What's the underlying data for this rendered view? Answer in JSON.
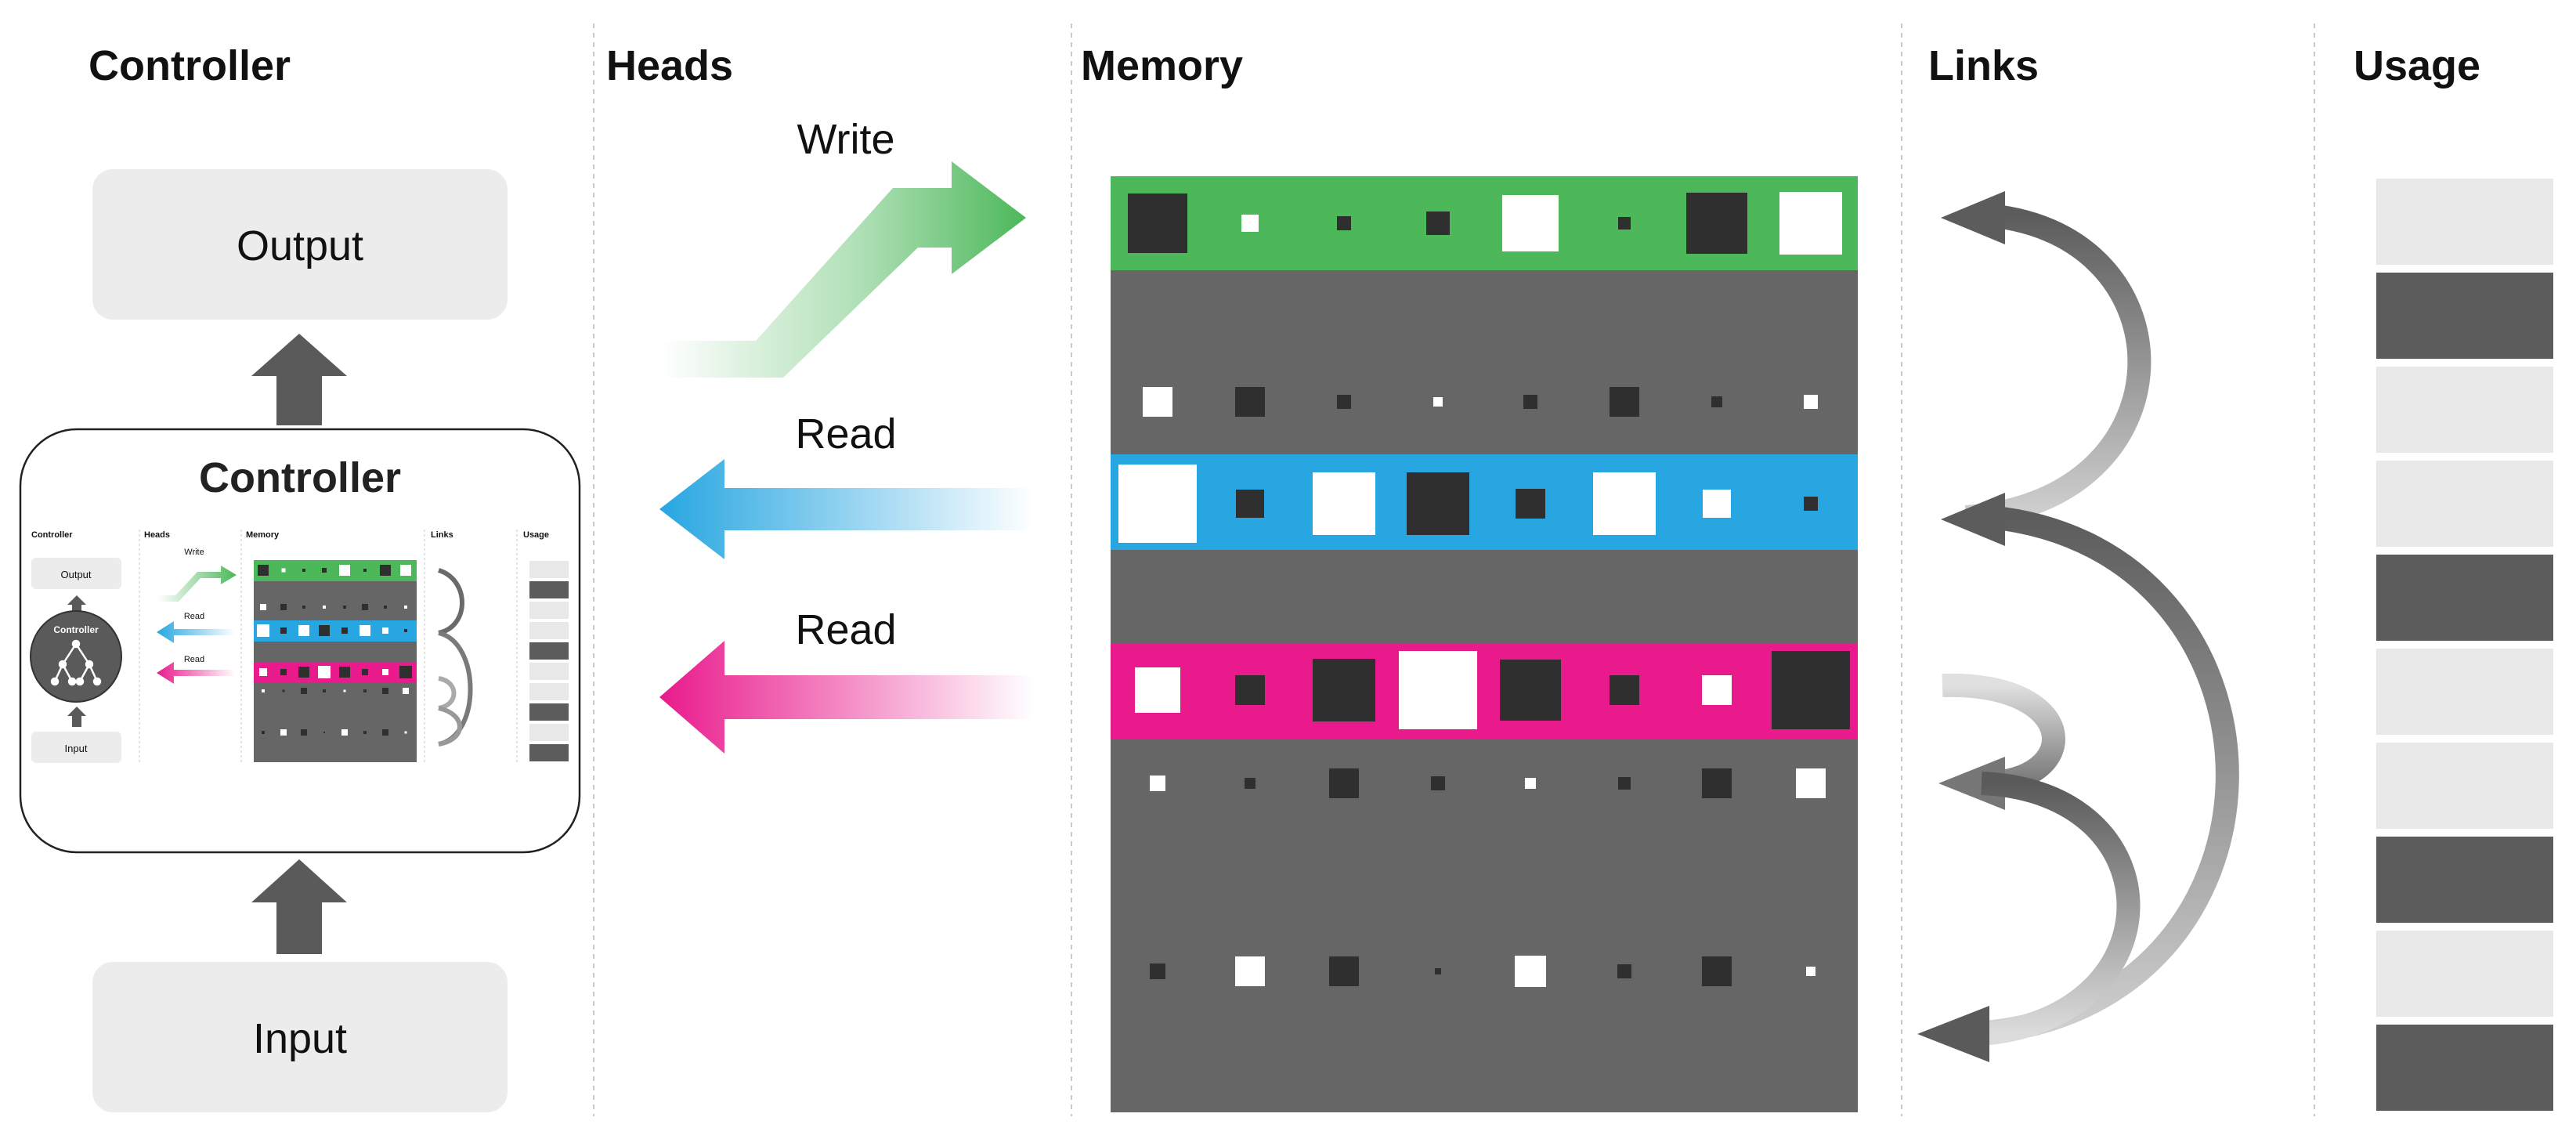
{
  "sections": {
    "controller": "Controller",
    "heads": "Heads",
    "memory": "Memory",
    "links": "Links",
    "usage": "Usage"
  },
  "controller": {
    "output_label": "Output",
    "input_label": "Input",
    "box_title": "Controller"
  },
  "thumbnail": {
    "sections": [
      "Controller",
      "Heads",
      "Memory",
      "Links",
      "Usage"
    ],
    "output_label": "Output",
    "input_label": "Input",
    "controller_label": "Controller",
    "write_label": "Write",
    "read_label_1": "Read",
    "read_label_2": "Read"
  },
  "heads": [
    {
      "label": "Write",
      "color": "#4cb85a"
    },
    {
      "label": "Read",
      "color": "#27a6e1"
    },
    {
      "label": "Read",
      "color": "#e91a8c"
    }
  ],
  "memory": {
    "background_color": "#666667",
    "dark_color": "#2f2f2f",
    "highlight": {
      "write": "#4cb85a",
      "read1": "#27a6e1",
      "read2": "#e91a8c"
    }
  },
  "usage": {
    "levels": [
      "low",
      "high",
      "low",
      "low",
      "high",
      "low",
      "low",
      "high",
      "low",
      "high"
    ],
    "colors": {
      "low": "#e8e8e8",
      "high": "#5c5c5c"
    }
  }
}
